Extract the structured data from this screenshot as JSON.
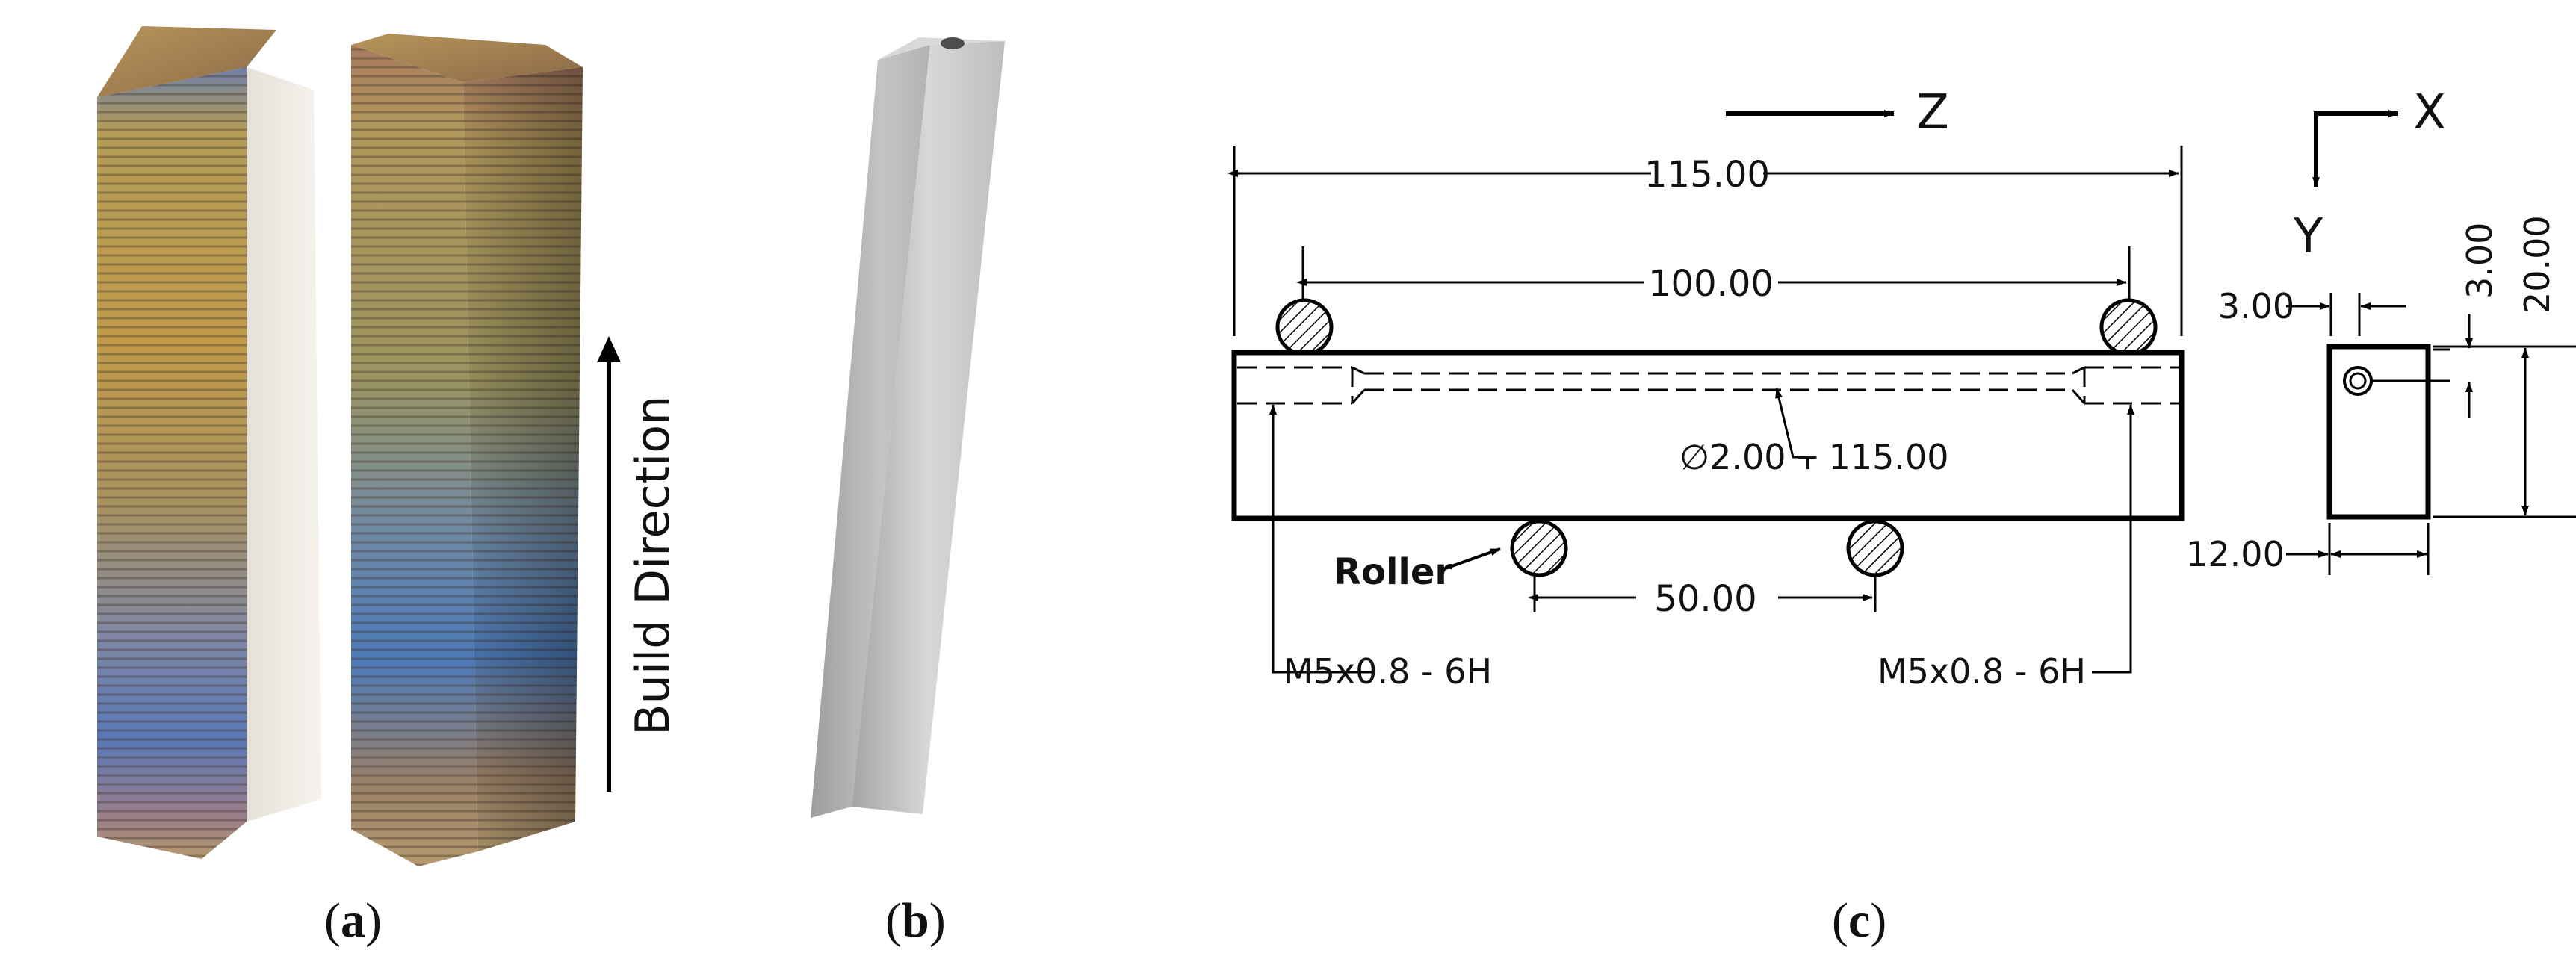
{
  "panels": {
    "a": {
      "caption_open": "(",
      "caption_letter": "a",
      "caption_close": ")",
      "arrow_label": "Build Direction"
    },
    "b": {
      "caption_open": "(",
      "caption_letter": "b",
      "caption_close": ")"
    },
    "c": {
      "caption_open": "(",
      "caption_letter": "c",
      "caption_close": ")",
      "axes": {
        "z": "Z",
        "x": "X",
        "y": "Y"
      },
      "dimensions": {
        "overall_length": "115.00",
        "support_span": "100.00",
        "loading_span": "50.00",
        "hole_callout": "∅2.00 ⫟ 115.00",
        "thread_left": "M5x0.8 - 6H",
        "thread_right": "M5x0.8 - 6H",
        "width": "12.00",
        "height": "20.00",
        "hole_offset_x": "3.00",
        "hole_offset_y": "3.00"
      },
      "roller_label": "Roller"
    }
  },
  "colors": {
    "line": "#000000",
    "roller_fill": "#bdbdbd",
    "metal_light": "#d6d6d6",
    "metal_dark": "#8c8c8c",
    "tint_gold": "#a8873b",
    "tint_blue": "#5b7fb8",
    "tint_purple": "#8a6a8f"
  }
}
